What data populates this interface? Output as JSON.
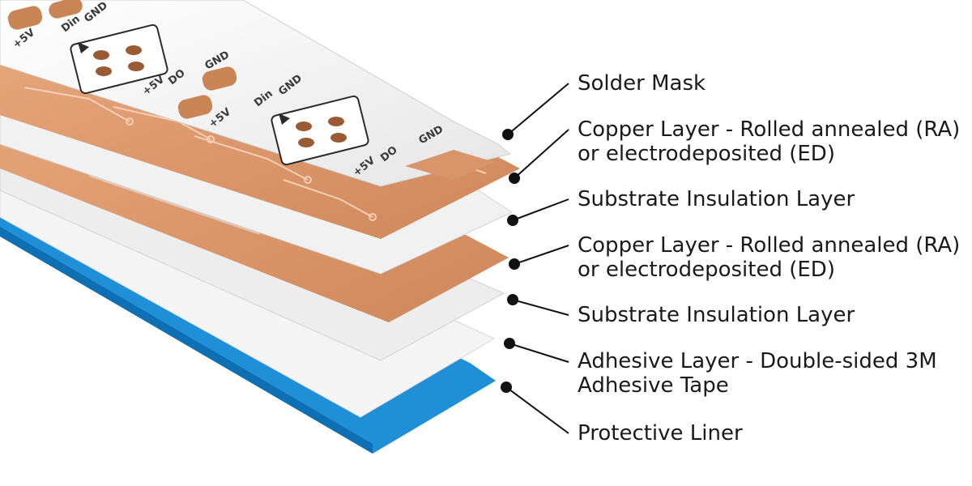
{
  "colors": {
    "copper": "#d9956a",
    "copper_dark": "#b8744a",
    "liner_blue": "#1f8fd8",
    "mask_white": "#f7f7f7",
    "insulation": "#ededed",
    "ink": "#1a1a1a"
  },
  "strip_markings": {
    "plus5v": "+5V",
    "din": "Din",
    "gnd": "GND",
    "do": "DO"
  },
  "layers": [
    {
      "label_line1": "Solder Mask",
      "label_line2": ""
    },
    {
      "label_line1": "Copper Layer - Rolled annealed (RA)",
      "label_line2": "or electrodeposited (ED)"
    },
    {
      "label_line1": "Substrate Insulation Layer",
      "label_line2": ""
    },
    {
      "label_line1": "Copper Layer - Rolled annealed (RA)",
      "label_line2": "or electrodeposited (ED)"
    },
    {
      "label_line1": "Substrate Insulation Layer",
      "label_line2": ""
    },
    {
      "label_line1": "Adhesive Layer - Double-sided 3M",
      "label_line2": "Adhesive Tape"
    },
    {
      "label_line1": "Protective Liner",
      "label_line2": ""
    }
  ]
}
